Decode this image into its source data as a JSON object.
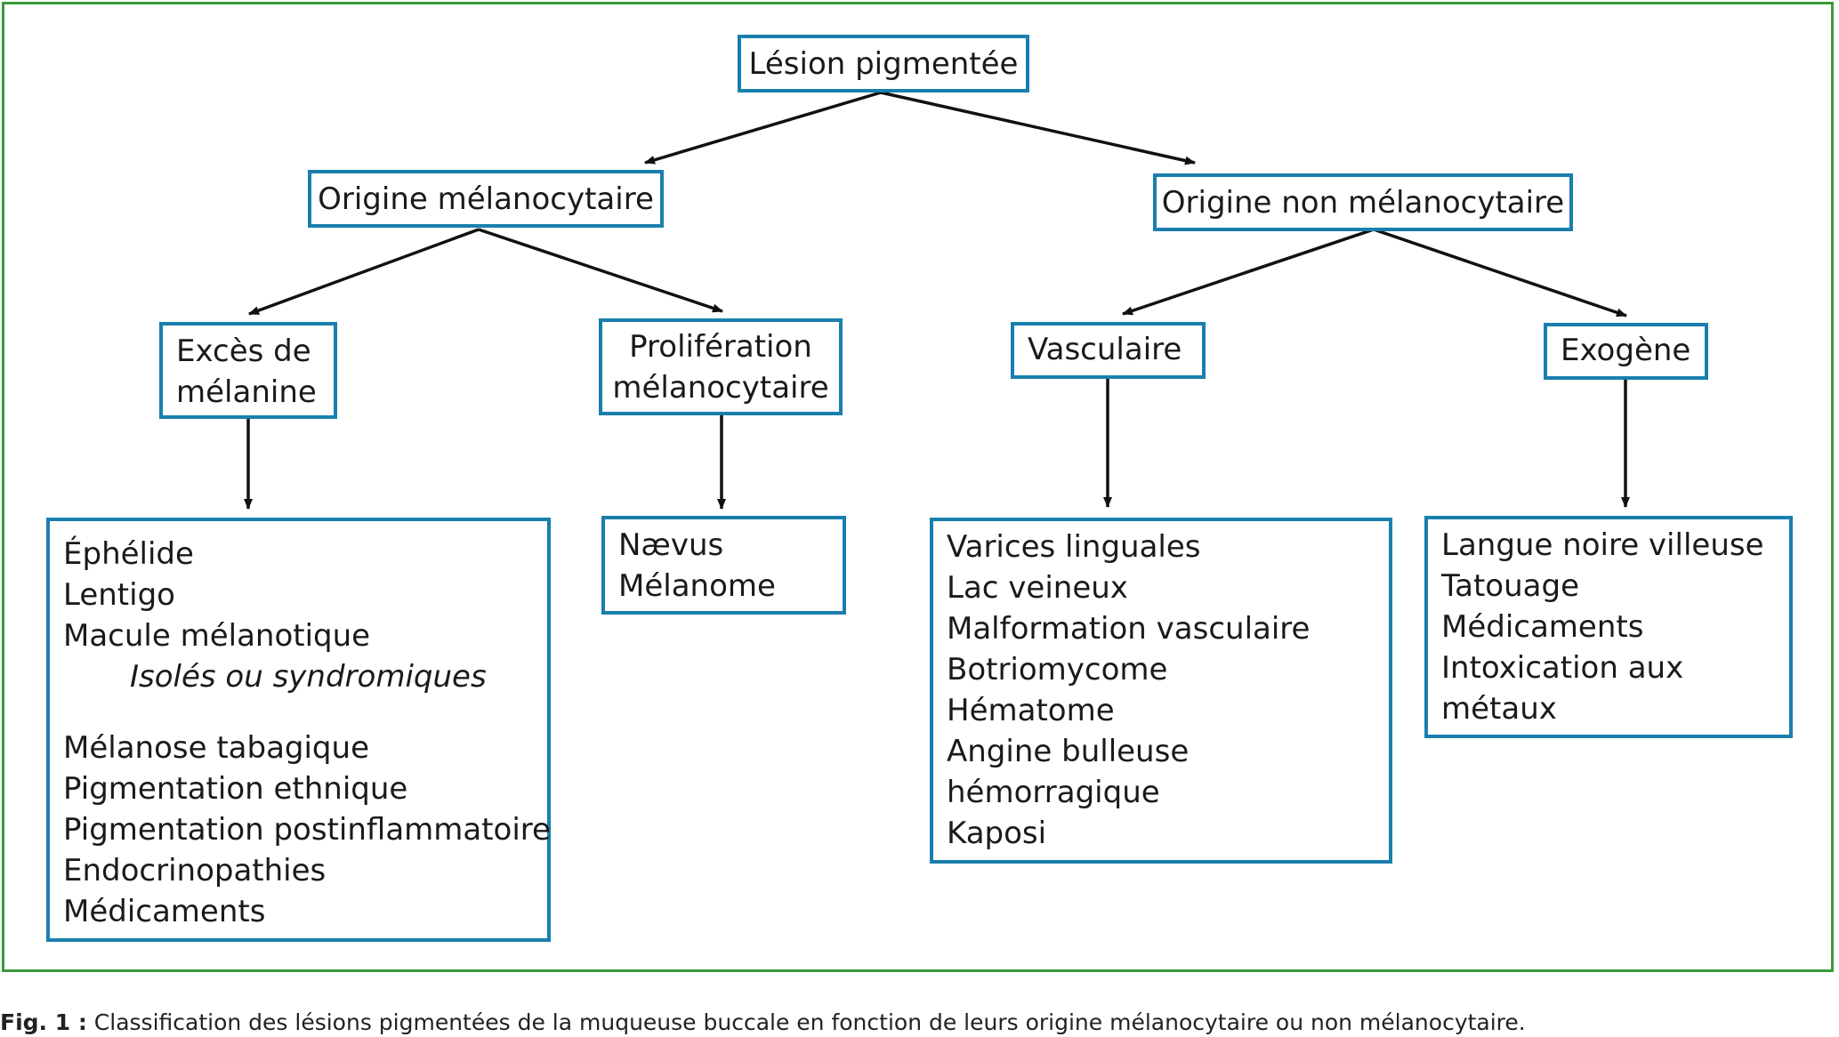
{
  "root": "Lésion pigmentée",
  "level1": {
    "left": "Origine mélanocytaire",
    "right": "Origine non mélanocytaire"
  },
  "level2": {
    "exces": [
      "Excès de",
      "mélanine"
    ],
    "proliferation": [
      "Prolifération",
      "mélanocytaire"
    ],
    "vasculaire": "Vasculaire",
    "exogene": "Exogène"
  },
  "lists": {
    "exces_a": [
      "Éphélide",
      "Lentigo",
      "Macule mélanotique"
    ],
    "exces_note": "Isolés ou syndromiques",
    "exces_b": [
      "Mélanose tabagique",
      "Pigmentation ethnique",
      "Pigmentation postinflammatoire",
      "Endocrinopathies",
      "Médicaments"
    ],
    "proliferation": [
      "Nævus",
      "Mélanome"
    ],
    "vasculaire": [
      "Varices linguales",
      "Lac veineux",
      "Malformation vasculaire",
      "Botriomycome",
      "Hématome",
      "Angine bulleuse",
      "hémorragique",
      "Kaposi"
    ],
    "exogene": [
      "Langue noire villeuse",
      "Tatouage",
      "Médicaments",
      "Intoxication aux",
      "métaux"
    ]
  },
  "caption": {
    "label": "Fig. 1 :",
    "text": "Classification des lésions pigmentées de la muqueuse buccale en fonction de leurs origine mélanocytaire ou non mélanocytaire."
  }
}
